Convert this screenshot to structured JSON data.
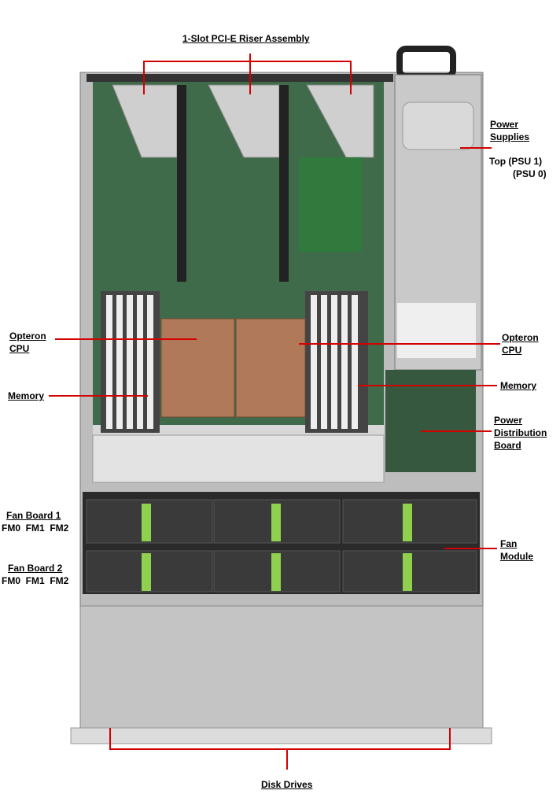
{
  "labels": {
    "riser": "1-Slot PCI-E Riser Assembly",
    "power_supplies_1": "Power",
    "power_supplies_2": "Supplies",
    "psu_top": "Top (PSU 1)",
    "psu_bottom": "(PSU 0)",
    "cpu_left_1": "Opteron",
    "cpu_left_2": "CPU",
    "cpu_right_1": "Opteron",
    "cpu_right_2": "CPU",
    "memory_left": "Memory",
    "memory_right": "Memory",
    "pdb_1": "Power",
    "pdb_2": "Distribution",
    "pdb_3": "Board",
    "fan_board_1": "Fan Board 1",
    "fan_board_1_slots": "FM0  FM1  FM2",
    "fan_board_2": "Fan Board 2",
    "fan_board_2_slots": "FM0  FM1  FM2",
    "fan_module_1": "Fan",
    "fan_module_2": "Module",
    "disk_drives": "Disk Drives"
  },
  "colors": {
    "callout_line": "#d40000",
    "board": "#3f6b4a",
    "heatsink": "#b07a5a",
    "chassis": "#c8c8c8"
  }
}
